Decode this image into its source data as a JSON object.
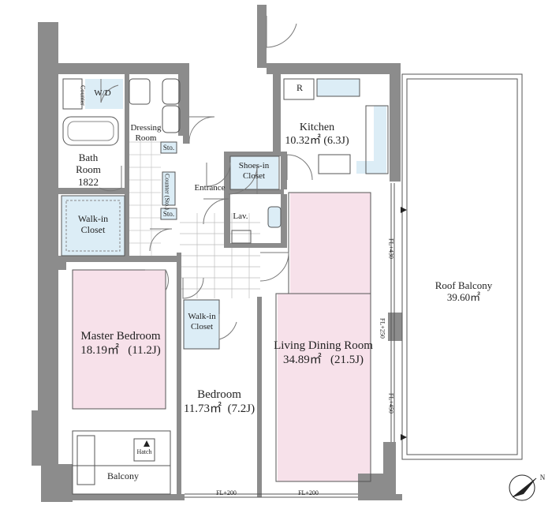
{
  "rooms": {
    "master_bedroom": {
      "name": "Master Bedroom",
      "area": "18.19㎡",
      "jo": "(11.2J)"
    },
    "bedroom": {
      "name": "Bedroom",
      "area": "11.73㎡",
      "jo": "(7.2J)"
    },
    "living_dining": {
      "name": "Living Dining Room",
      "area": "34.89㎡",
      "jo": "(21.5J)"
    },
    "kitchen": {
      "name": "Kitchen",
      "area": "10.32㎡",
      "jo": "(6.3J)"
    },
    "roof_balcony": {
      "name": "Roof Balcony",
      "area": "39.60㎡"
    },
    "bath": {
      "name1": "Bath",
      "name2": "Room",
      "size": "1822"
    },
    "dressing": {
      "name1": "Dressing",
      "name2": "Room"
    },
    "walk_in_master": {
      "name1": "Walk-in",
      "name2": "Closet"
    },
    "walk_in_bedroom": {
      "name1": "Walk-in",
      "name2": "Closet"
    },
    "shoes_in": {
      "name1": "Shoes-in",
      "name2": "Closet"
    },
    "entrance": "Entrance",
    "lav": "Lav.",
    "balcony": "Balcony"
  },
  "fixtures": {
    "wd": "W/D",
    "counter": "Counter",
    "counter_sto": "Counter (Sto.)",
    "sto_1": "Sto.",
    "sto_2": "Sto.",
    "fridge": "R",
    "hatch": "Hatch"
  },
  "levels": {
    "fl_430": "FL+430",
    "fl_250": "FL+250",
    "fl_450": "FL+450",
    "fl_200_left": "FL+200",
    "fl_200_right": "FL+200"
  },
  "compass": "N",
  "colors": {
    "room_pink": "#f7e1ea",
    "closet_blue": "#dcedf6",
    "wall": "#8c8c8c",
    "wall_dark": "#6e6e6e",
    "line": "#555555",
    "door": "#777777"
  }
}
